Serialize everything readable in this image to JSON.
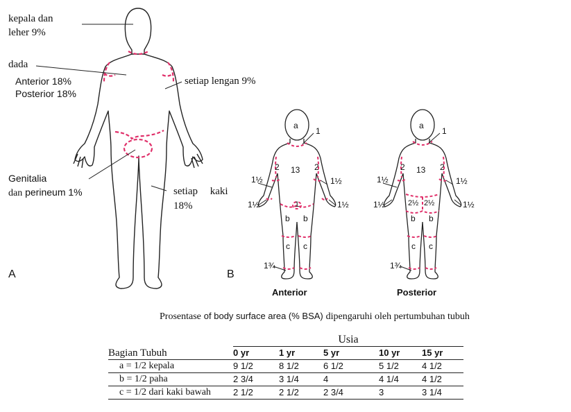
{
  "figure_a": {
    "panel_label": "A",
    "head_label_1": "kepala dan",
    "head_label_2": "leher 9%",
    "chest_label": "dada",
    "anterior_label": "Anterior 18%",
    "posterior_label": "Posterior 18%",
    "arm_label": "setiap lengan 9%",
    "genitalia_label_1": "Genitalia",
    "genitalia_label_2a": "dan",
    "genitalia_label_2b": "perineum 1%",
    "leg_label_1a": "setiap",
    "leg_label_1b": "kaki",
    "leg_label_2": "18%"
  },
  "figure_b": {
    "panel_label": "B",
    "anterior_title": "Anterior",
    "posterior_title": "Posterior",
    "values": {
      "a": "a",
      "one": "1",
      "thirteen": "13",
      "two": "2",
      "one_half": "1½",
      "two_half": "2½",
      "b": "b",
      "c": "c",
      "one_three_quarter": "1¾"
    }
  },
  "caption": {
    "part1": "Prosentase",
    "part2": "of body surface area (% BSA)",
    "part3": "dipengaruhi oleh pertumbuhan tubuh"
  },
  "table": {
    "group_header": "Usia",
    "row_header": "Bagian Tubuh",
    "columns": [
      "0 yr",
      "1 yr",
      "5 yr",
      "10 yr",
      "15 yr"
    ],
    "rows": [
      {
        "label": "a = 1/2 kepala",
        "values": [
          "9 1/2",
          "8 1/2",
          "6 1/2",
          "5 1/2",
          "4 1/2"
        ]
      },
      {
        "label": "b = 1/2 paha",
        "values": [
          "2 3/4",
          "3 1/4",
          "4",
          "4 1/4",
          "4 1/2"
        ]
      },
      {
        "label": "c = 1/2 dari kaki bawah",
        "values": [
          "2 1/2",
          "2 1/2",
          "2 3/4",
          "3",
          "3 1/4"
        ]
      }
    ]
  },
  "colors": {
    "boundary": "#e0306a",
    "outline": "#222222"
  }
}
